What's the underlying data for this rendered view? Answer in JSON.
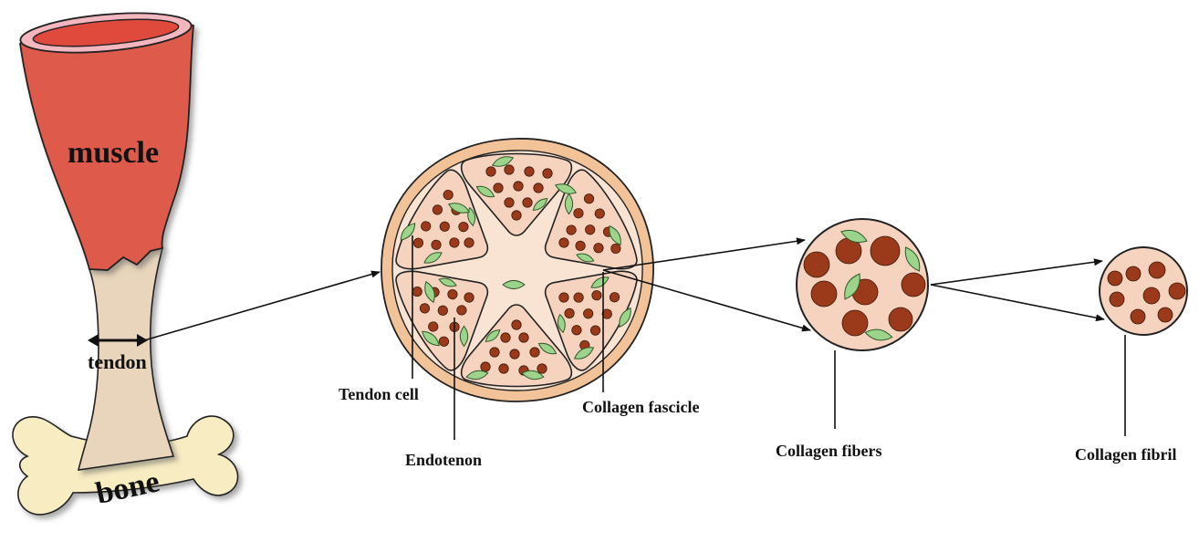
{
  "labels": {
    "muscle": "muscle",
    "tendon": "tendon",
    "bone": "bone",
    "tendon_cell": "Tendon cell",
    "endotenon": "Endotenon",
    "collagen_fascicle": "Collagen fascicle",
    "collagen_fibers": "Collagen fibers",
    "collagen_fibril": "Collagen fibril"
  },
  "colors": {
    "muscle": "#de5a4b",
    "muscle_rim": "#f4b7c0",
    "tendon": "#e8d5bb",
    "bone": "#f8ecc3",
    "outer_ring": "#f2c299",
    "fill_light": "#f9e3d3",
    "fascicle": "#f6d3bf",
    "fiber_dot": "#9a3a1a",
    "cell": "#9bd48a"
  }
}
